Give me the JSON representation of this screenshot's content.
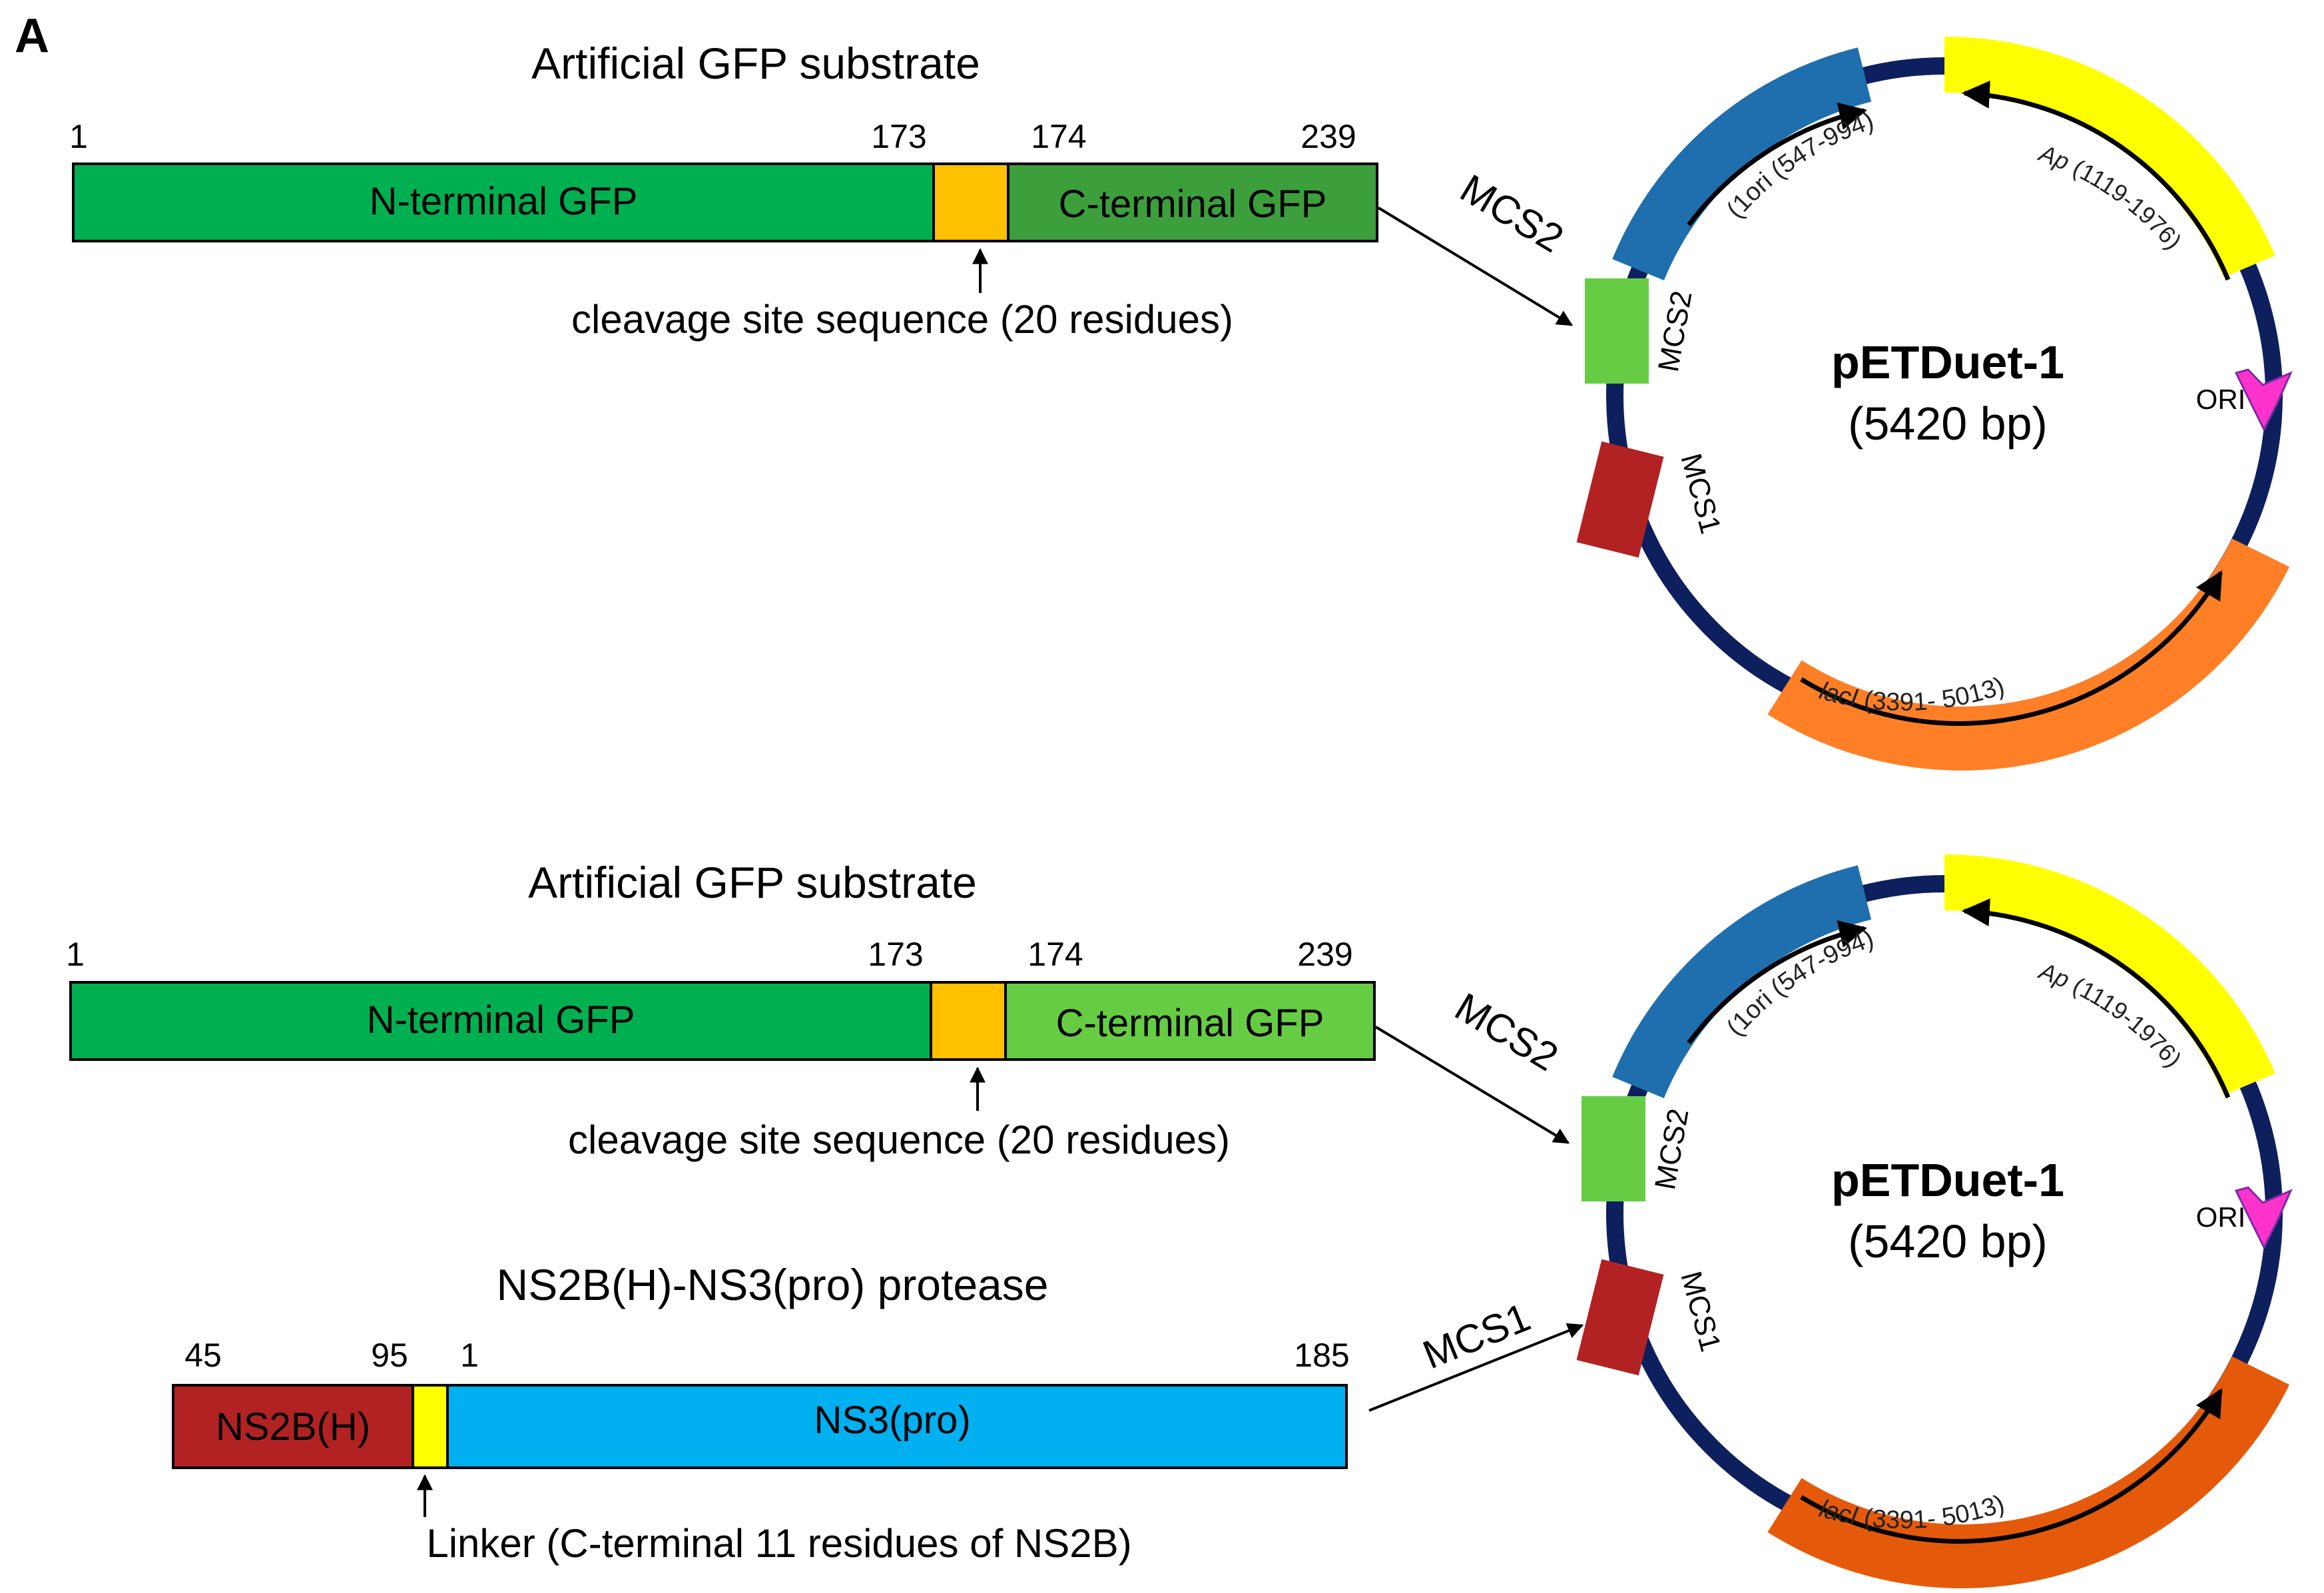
{
  "panel_label": "A",
  "colors": {
    "ngfp": "#00b050",
    "cgfp_top": "#3c9f3c",
    "cgfp_bottom": "#66cc44",
    "cleavage": "#ffc000",
    "ns2b": "#b22222",
    "linker": "#ffff00",
    "ns3": "#00b0f0",
    "backbone": "#0d1f5c",
    "tori": "#1f6fae",
    "ap": "#ffff00",
    "laci_top": "#ff7f27",
    "laci_bottom": "#e55a0a",
    "mcs2": "#66cc44",
    "mcs1": "#b22222",
    "ori": "#ff33cc"
  },
  "top": {
    "construct_title": "Artificial GFP substrate",
    "positions": [
      "1",
      "173",
      "174",
      "239"
    ],
    "ngfp_label": "N-terminal GFP",
    "cgfp_label": "C-terminal GFP",
    "cleavage_label": "cleavage  site sequence  (20  residues)",
    "arrow_label": "MCS2"
  },
  "bottom": {
    "construct_title": "Artificial GFP substrate",
    "positions": [
      "1",
      "173",
      "174",
      "239"
    ],
    "ngfp_label": "N-terminal GFP",
    "cgfp_label": "C-terminal GFP",
    "cleavage_label": "cleavage  site sequence  (20  residues)",
    "arrow_label": "MCS2",
    "protease_title": "NS2B(H)-NS3(pro) protease",
    "protease_positions": [
      "45",
      "95",
      "1",
      "185"
    ],
    "ns2b_label": "NS2B(H)",
    "ns3_label": "NS3(pro)",
    "linker_label": "Linker (C-terminal  11  residues  of NS2B)",
    "protease_arrow_label": "MCS1"
  },
  "plasmid": {
    "name": "pETDuet-1",
    "size": "(5420 bp)",
    "tori": "(1ori (547-994)",
    "ap_name": "Ap",
    "ap_range": " (1119-1976)",
    "laci_name": "lacI",
    "laci_range": " (3391- 5013)",
    "ori": "ORI",
    "mcs1": "MCS1",
    "mcs2": "MCS2"
  }
}
